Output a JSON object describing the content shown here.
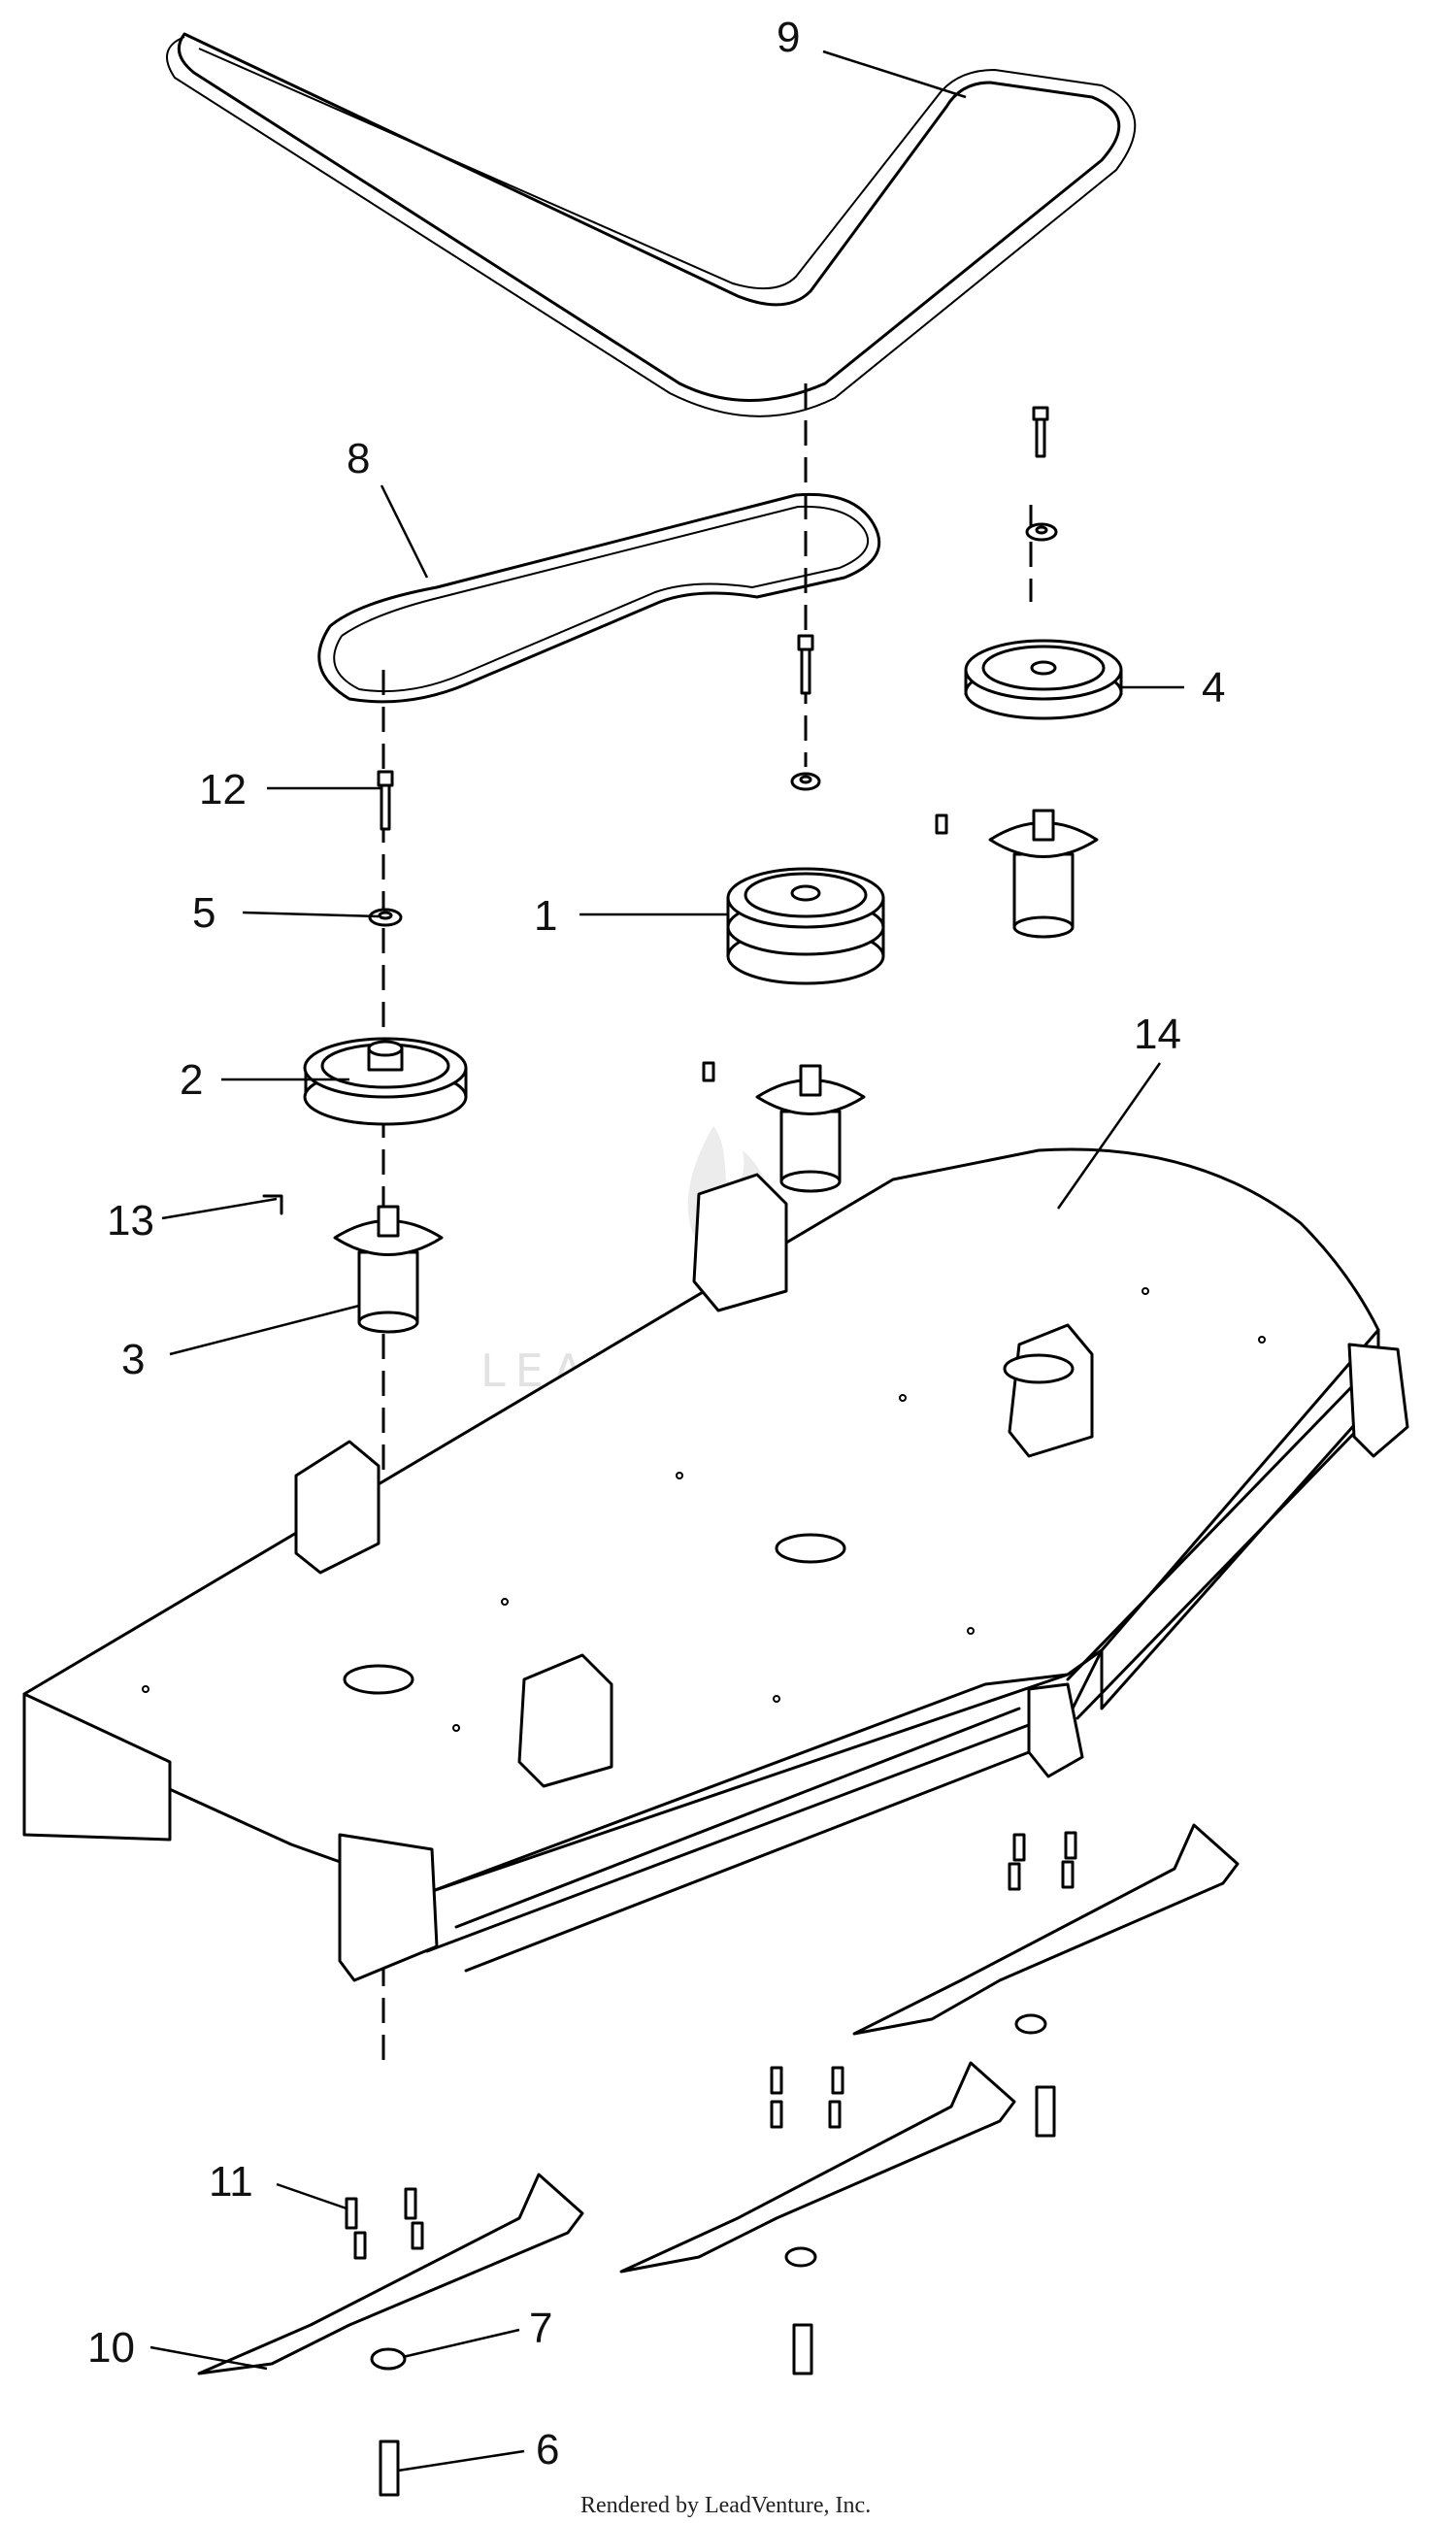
{
  "callouts": [
    {
      "id": "callout-1",
      "label": "1"
    },
    {
      "id": "callout-2",
      "label": "2"
    },
    {
      "id": "callout-3",
      "label": "3"
    },
    {
      "id": "callout-4",
      "label": "4"
    },
    {
      "id": "callout-5",
      "label": "5"
    },
    {
      "id": "callout-6",
      "label": "6"
    },
    {
      "id": "callout-7",
      "label": "7"
    },
    {
      "id": "callout-8",
      "label": "8"
    },
    {
      "id": "callout-9",
      "label": "9"
    },
    {
      "id": "callout-10",
      "label": "10"
    },
    {
      "id": "callout-11",
      "label": "11"
    },
    {
      "id": "callout-12",
      "label": "12"
    },
    {
      "id": "callout-13",
      "label": "13"
    },
    {
      "id": "callout-14",
      "label": "14"
    }
  ],
  "watermark": {
    "text": "LEADVENTURE"
  },
  "footer": {
    "text": "Rendered by LeadVenture, Inc."
  }
}
